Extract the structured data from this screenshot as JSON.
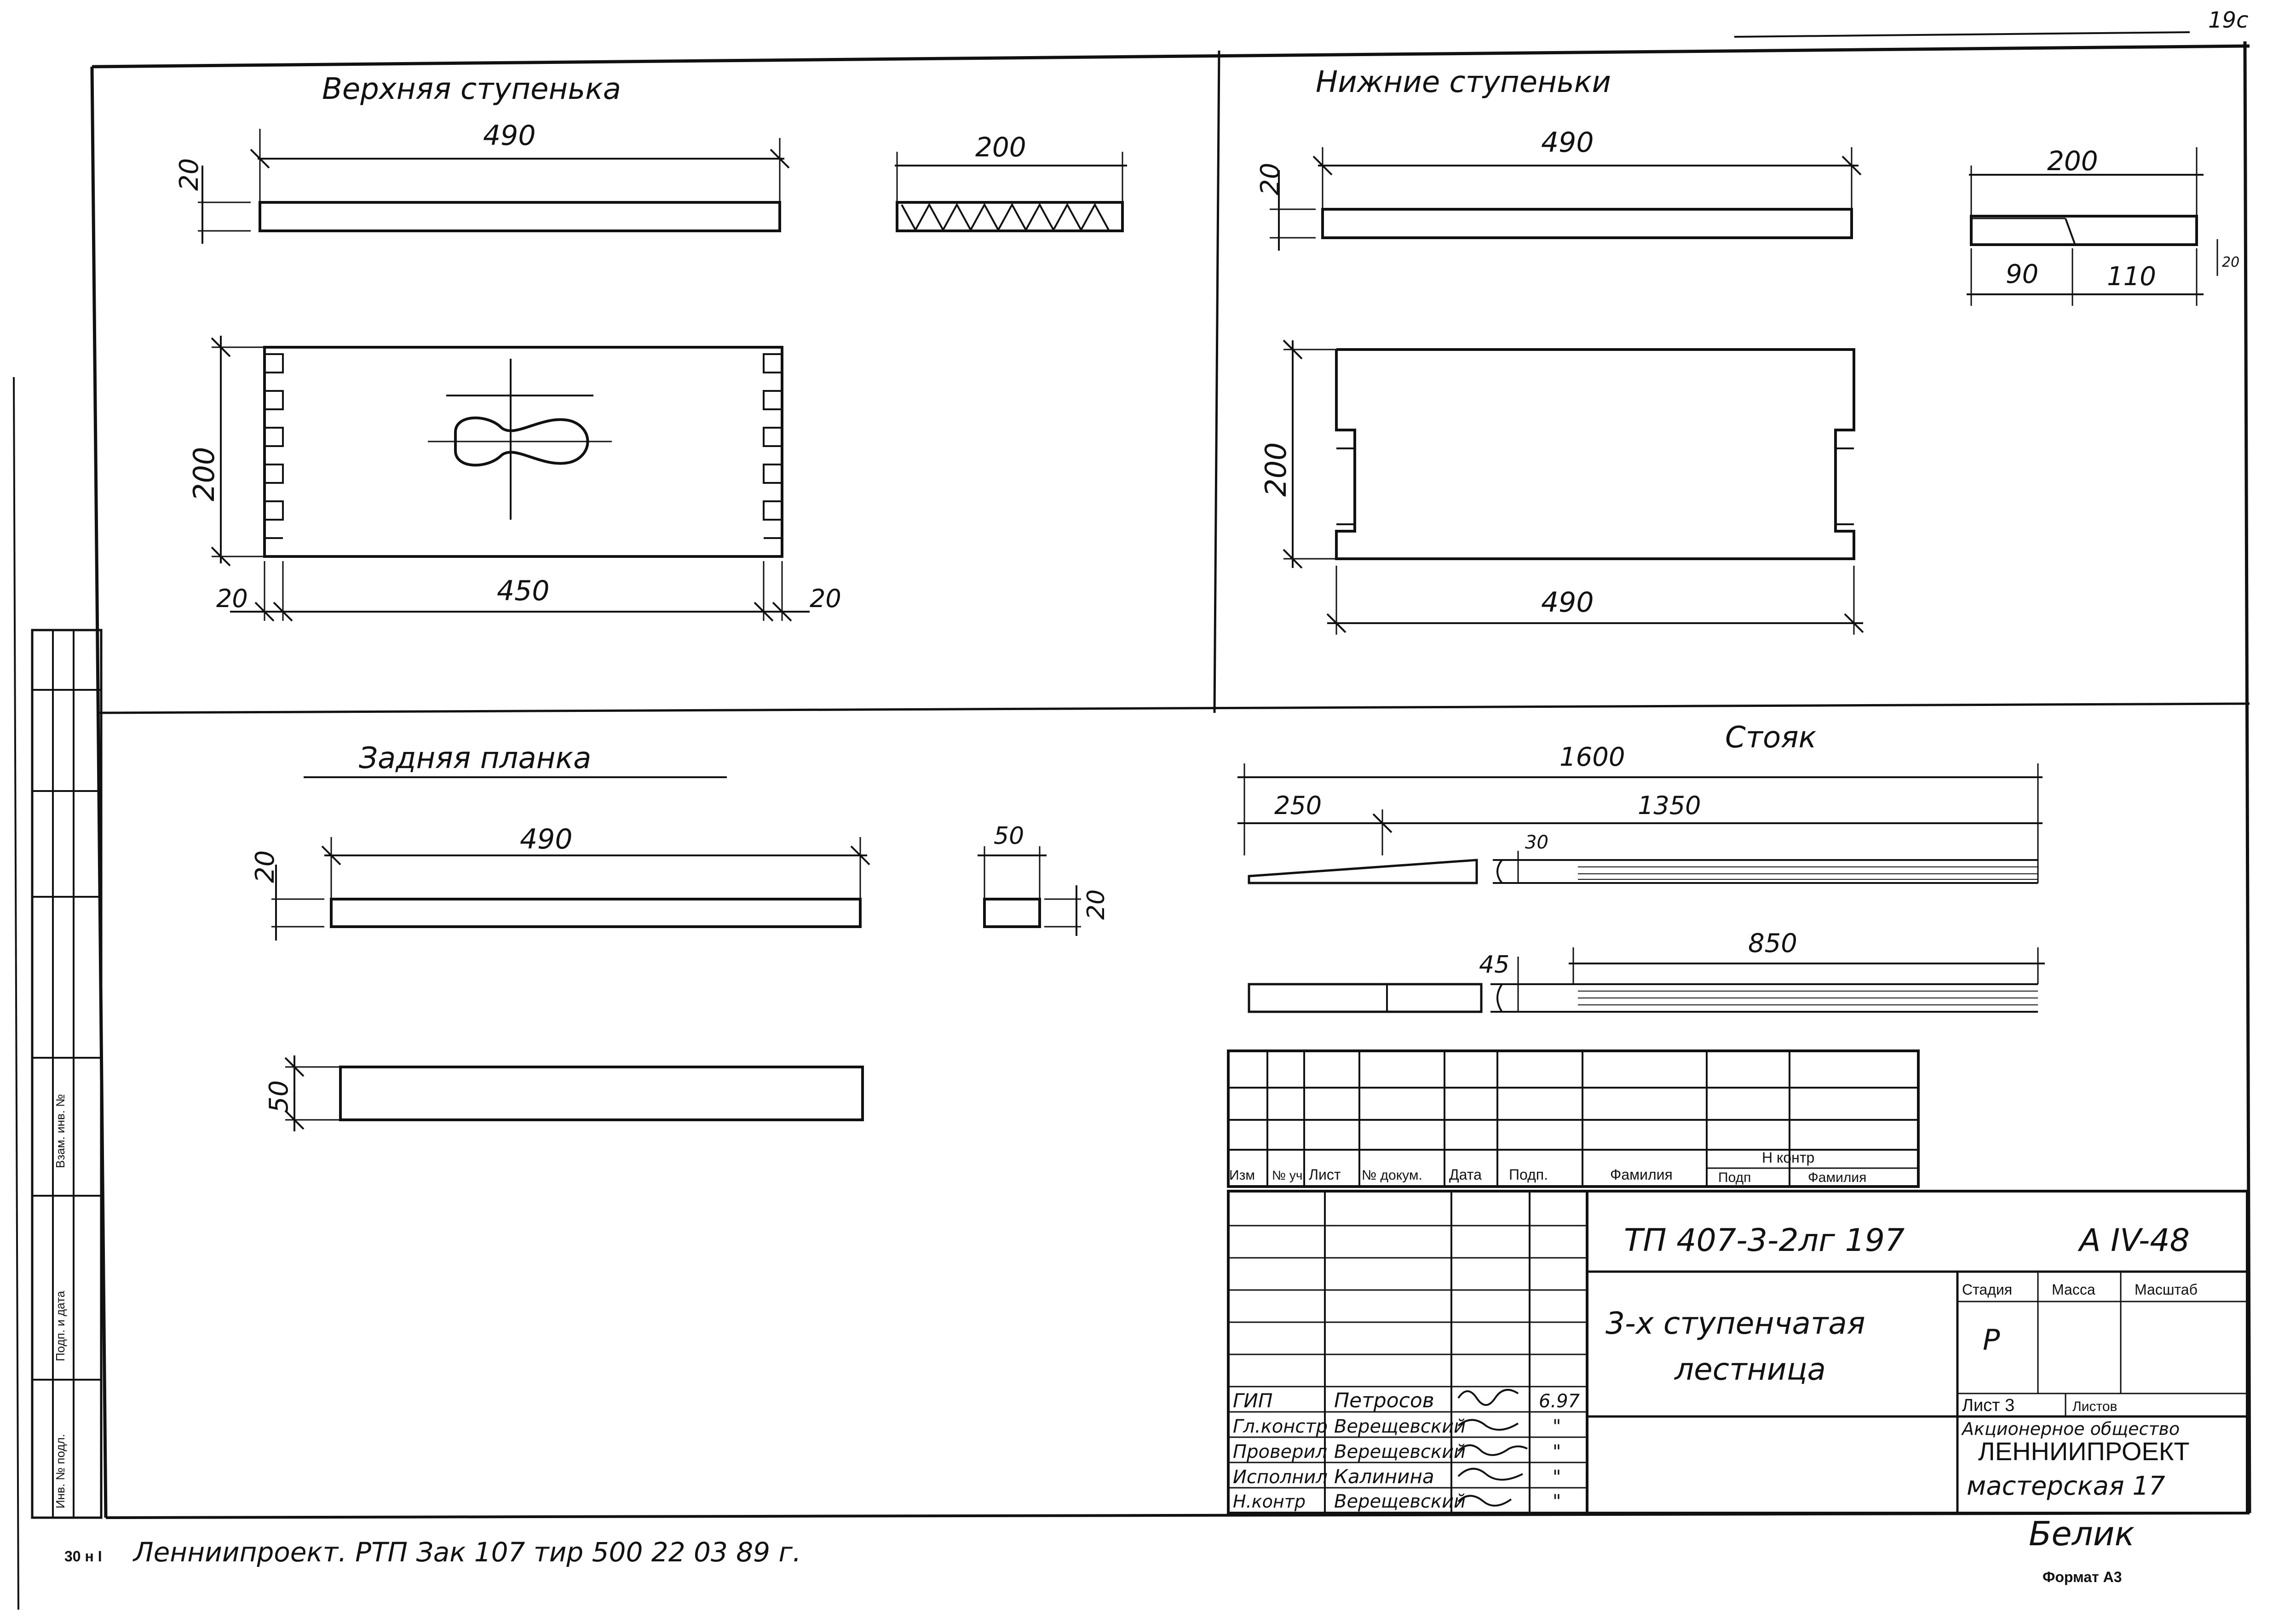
{
  "corner_mark": "19с",
  "sections": {
    "top_step": {
      "title": "Верхняя ступенька",
      "dims": {
        "length": "490",
        "thickness": "20",
        "side_width": "200",
        "plan_height": "200",
        "inner_length": "450",
        "left_edge": "20",
        "right_edge": "20"
      }
    },
    "lower_steps": {
      "title": "Нижние ступеньки",
      "dims": {
        "length": "490",
        "thickness": "20",
        "side_width": "200",
        "seg_a": "90",
        "seg_b": "110",
        "right_small": "20",
        "plan_height": "200",
        "plan_length": "490"
      }
    },
    "back_plank": {
      "title": "Задняя планка",
      "dims": {
        "length": "490",
        "thickness": "20",
        "section_width": "50",
        "section_thickness": "20",
        "plan_height": "50"
      }
    },
    "stringer": {
      "title": "Стояк",
      "dims": {
        "total": "1600",
        "left_part": "250",
        "right_part": "1350",
        "notch": "30",
        "lower_part": "850",
        "lower_notch": "45"
      }
    }
  },
  "revision_table": {
    "headers": [
      "Изм",
      "№ уч",
      "Лист",
      "№ докум.",
      "Дата",
      "Подп.",
      "Фамилия"
    ],
    "n_kontr_header": "Н контр",
    "n_kontr_sub": [
      "Подп",
      "Фамилия"
    ]
  },
  "title_block": {
    "doc_code": "ТП 407-3-2лг 197",
    "album": "А IV-48",
    "drawing_title_line1": "3-х ступенчатая",
    "drawing_title_line2": "лестница",
    "stage_header": "Стадия",
    "mass_header": "Масса",
    "scale_header": "Масштаб",
    "stage_value": "Р",
    "sheet_label": "Лист 3",
    "sheets_label": "Листов",
    "org_line1": "Акционерное общество",
    "org_line2": "ЛЕННИИПРОЕКТ",
    "org_line3": "мастерская 17",
    "signers": [
      {
        "role": "ГИП",
        "name": "Петросов",
        "date": "6.97"
      },
      {
        "role": "Гл.констр",
        "name": "Верещевский",
        "date": "\""
      },
      {
        "role": "Проверил",
        "name": "Верещевский",
        "date": "\""
      },
      {
        "role": "Исполнил",
        "name": "Калинина",
        "date": "\""
      },
      {
        "role": "Н.контр",
        "name": "Верещевский",
        "date": "\""
      }
    ],
    "signature_below": "Белик",
    "format_label": "Формат А3"
  },
  "left_stamp": {
    "label_a": "Взам. инв. №",
    "label_b": "Подп. и дата",
    "label_c": "Инв. № подл."
  },
  "footer_print": "Ленниипроект. РТП  Зак 107  тир 500  22 03 89 г.",
  "footer_left": "30 н I"
}
